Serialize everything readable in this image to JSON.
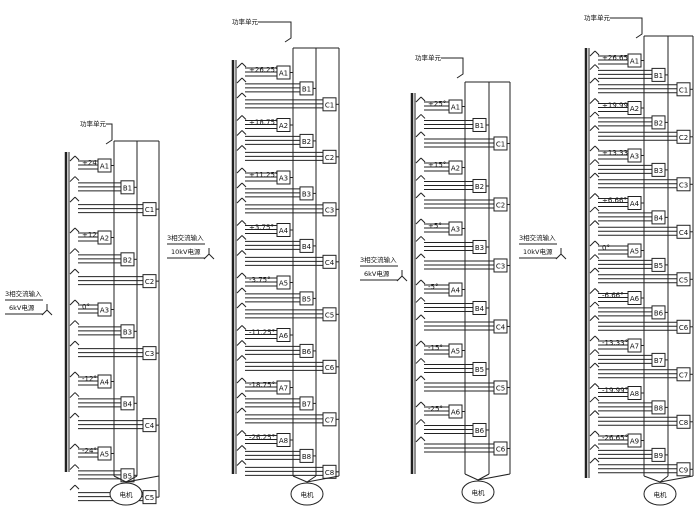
{
  "labels": {
    "power_unit": "功率单元",
    "motor": "电机"
  },
  "diagrams": [
    {
      "input_line1": "3相交流输入",
      "input_line2": "6kV电源",
      "units": [
        "A1",
        "B1",
        "C1",
        "A2",
        "B2",
        "C2",
        "A3",
        "B3",
        "C3",
        "A4",
        "B4",
        "C4",
        "A5",
        "B5",
        "C5"
      ],
      "angles": [
        "+24°",
        "+12°",
        "0°",
        "-12°",
        "-24°"
      ]
    },
    {
      "input_line1": "3相交流输入",
      "input_line2": "10kV电源",
      "units": [
        "A1",
        "B1",
        "C1",
        "A2",
        "B2",
        "C2",
        "A3",
        "B3",
        "C3",
        "A4",
        "B4",
        "C4",
        "A5",
        "B5",
        "C5",
        "A6",
        "B6",
        "C6",
        "A7",
        "B7",
        "C7",
        "A8",
        "B8",
        "C8"
      ],
      "angles": [
        "+26.25°",
        "+18.75°",
        "+11.25°",
        "+3.75°",
        "-3.75°",
        "-11.25°",
        "-18.75°",
        "-26.25°"
      ]
    },
    {
      "input_line1": "3相交流输入",
      "input_line2": "6kV电源",
      "units": [
        "A1",
        "B1",
        "C1",
        "A2",
        "B2",
        "C2",
        "A3",
        "B3",
        "C3",
        "A4",
        "B4",
        "C4",
        "A5",
        "B5",
        "C5",
        "A6",
        "B6",
        "C6"
      ],
      "angles": [
        "+25°",
        "+15°",
        "+5°",
        "-5°",
        "-15°",
        "-25°"
      ]
    },
    {
      "input_line1": "3相交流输入",
      "input_line2": "10kV电源",
      "units": [
        "A1",
        "B1",
        "C1",
        "A2",
        "B2",
        "C2",
        "A3",
        "B3",
        "C3",
        "A4",
        "B4",
        "C4",
        "A5",
        "B5",
        "C5",
        "A6",
        "B6",
        "C6",
        "A7",
        "B7",
        "C7",
        "A8",
        "B8",
        "C8",
        "A9",
        "B9",
        "C9"
      ],
      "angles": [
        "+26.65°",
        "+19.99°",
        "+13.33°",
        "+6.66°",
        "0°",
        "-6.66°",
        "-13.33°",
        "-19.99°",
        "-26.65°"
      ]
    }
  ]
}
